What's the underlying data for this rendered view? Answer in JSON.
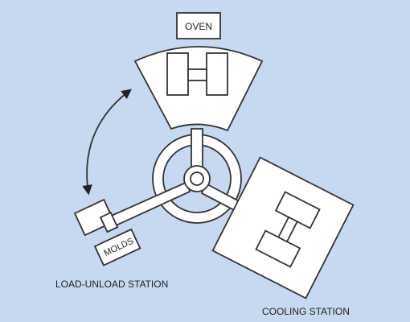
{
  "colors": {
    "background": "#c6d9f1",
    "fill": "#ffffff",
    "stroke": "#333333",
    "text": "#222222"
  },
  "labels": {
    "oven": "OVEN",
    "molds": "MOLDS",
    "load_unload": "LOAD-UNLOAD STATION",
    "cooling": "COOLING STATION"
  }
}
